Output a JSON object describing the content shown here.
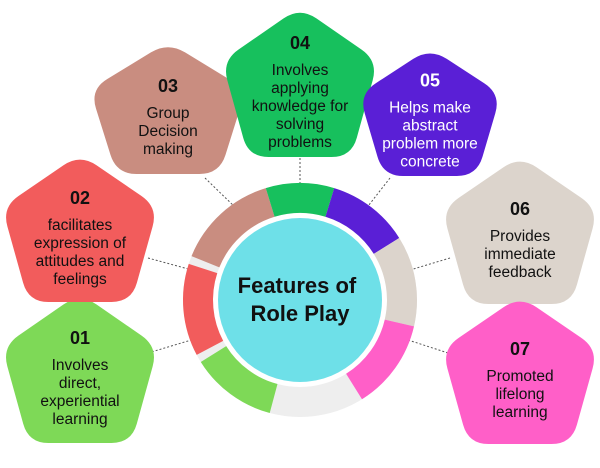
{
  "center": {
    "title_lines": [
      "Features of",
      "Role Play"
    ],
    "color": "#6ee0e8",
    "ring_base_color": "#eeeeee"
  },
  "features": [
    {
      "number": "01",
      "lines": [
        "Involves",
        "direct,",
        "experiential",
        "learning"
      ],
      "color": "#7ed957",
      "text_color": "#111111"
    },
    {
      "number": "02",
      "lines": [
        "facilitates",
        "expression of",
        "attitudes and",
        "feelings"
      ],
      "color": "#f25c5c",
      "text_color": "#111111"
    },
    {
      "number": "03",
      "lines": [
        "Group",
        "Decision",
        "making"
      ],
      "color": "#c98d80",
      "text_color": "#111111"
    },
    {
      "number": "04",
      "lines": [
        "Involves",
        "applying",
        "knowledge for",
        "solving",
        "problems"
      ],
      "color": "#17c05d",
      "text_color": "#111111"
    },
    {
      "number": "05",
      "lines": [
        "Helps make",
        "abstract",
        "problem more",
        "concrete"
      ],
      "color": "#5a1fd6",
      "text_color": "#ffffff"
    },
    {
      "number": "06",
      "lines": [
        "Provides",
        "immediate",
        "feedback"
      ],
      "color": "#dcd4cc",
      "text_color": "#111111"
    },
    {
      "number": "07",
      "lines": [
        "Promoted",
        "lifelong",
        "learning"
      ],
      "color": "#ff5fc8",
      "text_color": "#111111"
    }
  ]
}
